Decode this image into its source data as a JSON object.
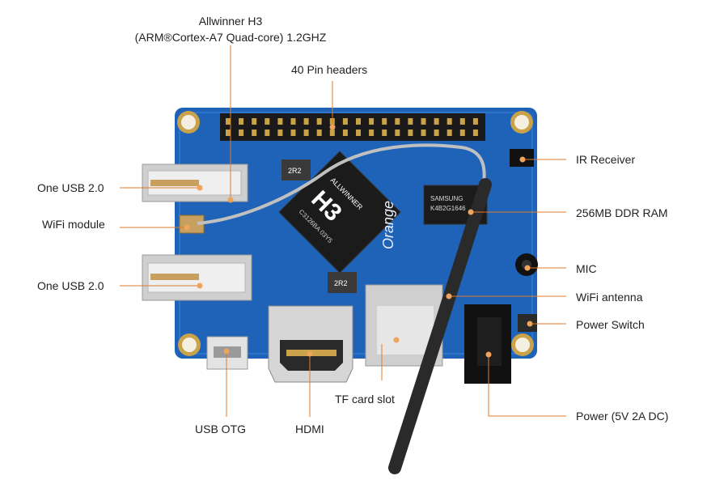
{
  "board": {
    "chip_mark": "H3",
    "chip_brand": "ALLWINNER",
    "chip_code": "H3",
    "chip_sub": "C3126BA 03Y5",
    "ram_brand": "SAMSUNG",
    "ram_code": "K4B2G1646",
    "logo_text": "Orange",
    "reg1": "2R2",
    "reg2": "2R2"
  },
  "labels": {
    "cpu_line1": "Allwinner H3",
    "cpu_line2": "(ARM®Cortex-A7 Quad-core) 1.2GHZ",
    "pin_headers": "40 Pin headers",
    "ir_receiver": "IR Receiver",
    "usb_top": "One USB 2.0",
    "ddr_ram": "256MB DDR RAM",
    "wifi_module": "WiFi module",
    "mic": "MIC",
    "usb_bottom": "One USB 2.0",
    "wifi_antenna": "WiFi antenna",
    "power_switch": "Power Switch",
    "tf_card": "TF card slot",
    "usb_otg": "USB OTG",
    "hdmi": "HDMI",
    "power": "Power (5V 2A DC)"
  },
  "colors": {
    "pcb": "#1f63b8",
    "pcb_dark": "#16498b",
    "leader": "#e07a2a",
    "dot": "#f0a35a",
    "text": "#222222",
    "metal": "#d9d9d9",
    "gold": "#c9a24a"
  }
}
